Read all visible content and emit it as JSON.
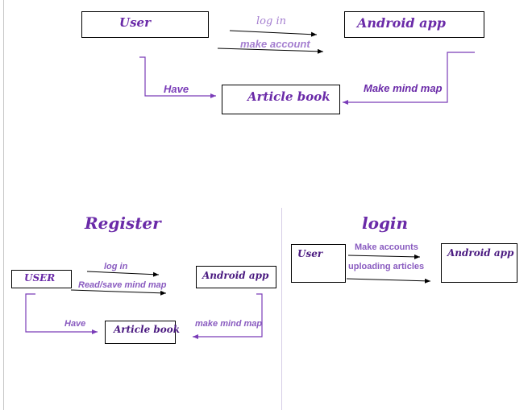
{
  "top": {
    "user": "User",
    "android_app": "Android app",
    "article_book": "Article book",
    "log_in": "log in",
    "make_account": "make account",
    "have": "Have",
    "make_mind_map": "Make mind map"
  },
  "register": {
    "title": "Register",
    "user": "USER",
    "android_app": "Android app",
    "article_book": "Article book",
    "log_in": "log in",
    "read_save": "Read/save mind  map",
    "have": "Have",
    "make_mind_map": "make mind map"
  },
  "login": {
    "title": "login",
    "user": "User",
    "android_app": "Android app",
    "make_accounts": "Make accounts",
    "uploading": "uploading articles"
  },
  "colors": {
    "purple": "#6a2aa8",
    "light_purple": "#a57fd0",
    "line_purple": "#7a3cb8",
    "black": "#000000"
  }
}
